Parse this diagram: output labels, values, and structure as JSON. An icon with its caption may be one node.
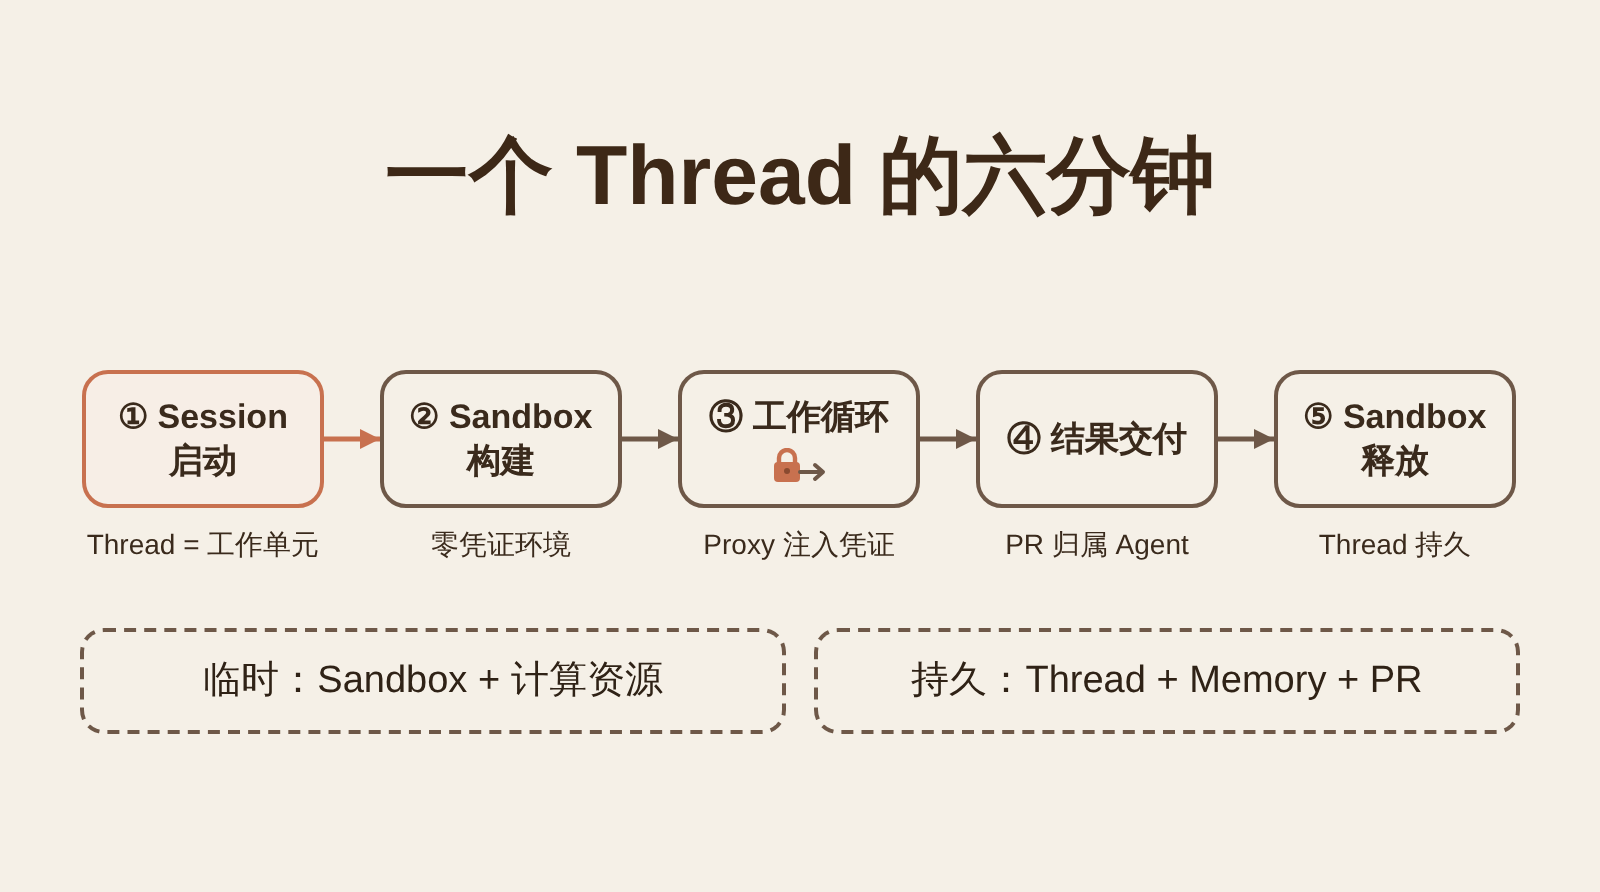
{
  "diagram": {
    "title": "一个 Thread 的六分钟",
    "nodes": [
      {
        "text": [
          "① Session 启动"
        ],
        "beside": [
          "Thread = 工作单元"
        ]
      },
      {
        "text": [
          "② Sandbox 构建"
        ],
        "beside": [
          "零凭证环境"
        ]
      },
      {
        "text": [
          "③ 工作循环"
        ],
        "beside": [
          "Proxy 注入凭证"
        ]
      },
      {
        "text": [
          "④ 结果交付"
        ],
        "beside": [
          "PR 归属 Agent"
        ]
      },
      {
        "text": [
          "⑤ Sandbox 释放"
        ],
        "beside": [
          "Thread 持久"
        ]
      },
      {
        "text": [
          "临时：Sandbox + 计算资源"
        ]
      },
      {
        "text": [
          "持久：Thread + Memory + PR"
        ]
      }
    ],
    "edges": [
      {
        "from": 0,
        "to": 1,
        "arrow": "to",
        "color": "#c8714f"
      },
      {
        "from": 1,
        "to": 2,
        "arrow": "to"
      },
      {
        "from": 2,
        "to": 3,
        "arrow": "to"
      },
      {
        "from": 3,
        "to": 4,
        "arrow": "to"
      }
    ]
  }
}
